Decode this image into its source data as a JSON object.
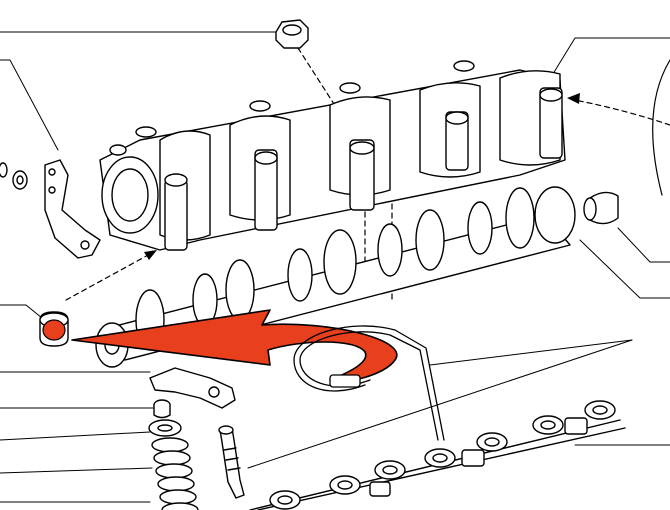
{
  "diagram": {
    "parts": [
      {
        "name": "camshaft-housing"
      },
      {
        "name": "camshaft"
      },
      {
        "name": "housing-nut"
      },
      {
        "name": "end-plug"
      },
      {
        "name": "support-bracket"
      },
      {
        "name": "washers"
      },
      {
        "name": "dowel-sleeve",
        "highlighted": true
      },
      {
        "name": "rocker-arm"
      },
      {
        "name": "valve-spring-retainer"
      },
      {
        "name": "valve-springs"
      },
      {
        "name": "valve"
      },
      {
        "name": "oil-spray-pipe"
      },
      {
        "name": "oil-feed-pipe"
      }
    ],
    "colors": {
      "line": "#000000",
      "highlight_fill": "#e8401c",
      "highlight_stroke": "#000000",
      "background": "#ffffff"
    }
  }
}
